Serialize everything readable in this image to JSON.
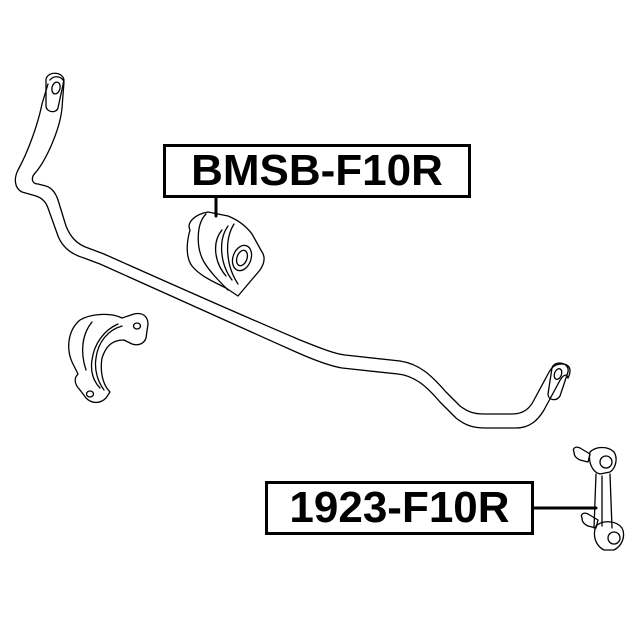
{
  "diagram": {
    "type": "exploded parts diagram",
    "subject": "front stabilizer bar assembly",
    "background_color": "#ffffff",
    "line_color": "#000000",
    "parts": [
      {
        "name": "stabilizer-bar",
        "labeled": false
      },
      {
        "name": "stabilizer-bushing",
        "labeled": true,
        "label_ref": "callouts.0"
      },
      {
        "name": "bushing-bracket",
        "labeled": false
      },
      {
        "name": "stabilizer-link",
        "labeled": true,
        "label_ref": "callouts.1"
      }
    ]
  },
  "callouts": [
    {
      "part_number": "BMSB-F10R",
      "points_to": "stabilizer-bushing"
    },
    {
      "part_number": "1923-F10R",
      "points_to": "stabilizer-link"
    }
  ]
}
